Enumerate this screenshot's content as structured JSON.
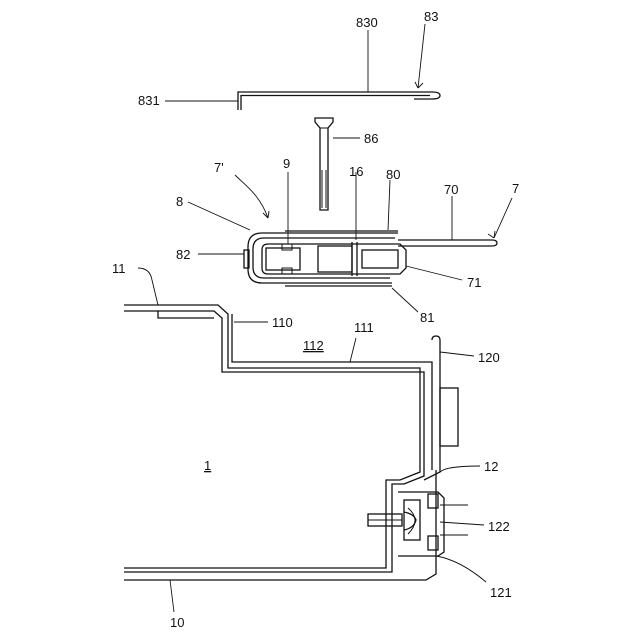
{
  "labels": {
    "l830": "830",
    "l83": "83",
    "l831": "831",
    "l86": "86",
    "l7p": "7'",
    "l9": "9",
    "l16": "16",
    "l80": "80",
    "l70": "70",
    "l7": "7",
    "l8": "8",
    "l82": "82",
    "l71": "71",
    "l11": "11",
    "l81": "81",
    "l110": "110",
    "l111": "111",
    "l112": "112",
    "l120": "120",
    "l1": "1",
    "l12": "12",
    "l122": "122",
    "l121": "121",
    "l10": "10"
  }
}
